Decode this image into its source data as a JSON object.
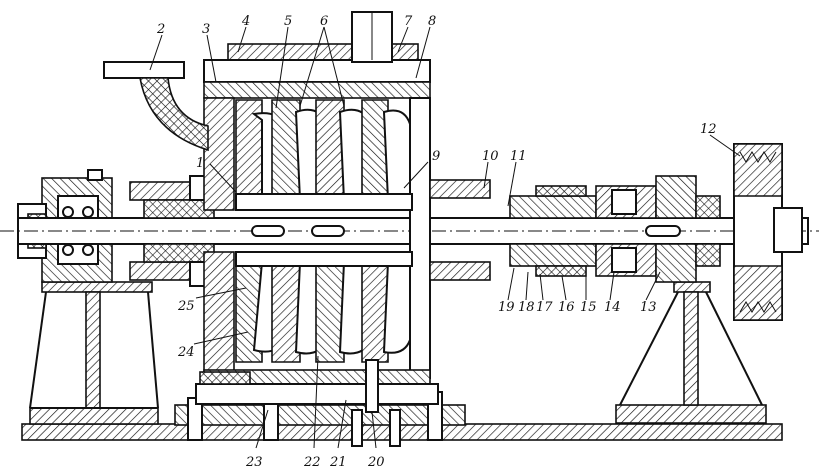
{
  "figure": {
    "callouts": [
      {
        "id": "1",
        "text": "1"
      },
      {
        "id": "2",
        "text": "2"
      },
      {
        "id": "3",
        "text": "3"
      },
      {
        "id": "4",
        "text": "4"
      },
      {
        "id": "5",
        "text": "5"
      },
      {
        "id": "6",
        "text": "6"
      },
      {
        "id": "7",
        "text": "7"
      },
      {
        "id": "8",
        "text": "8"
      },
      {
        "id": "9",
        "text": "9"
      },
      {
        "id": "10",
        "text": "10"
      },
      {
        "id": "11",
        "text": "11"
      },
      {
        "id": "12",
        "text": "12"
      },
      {
        "id": "13",
        "text": "13"
      },
      {
        "id": "14",
        "text": "14"
      },
      {
        "id": "15",
        "text": "15"
      },
      {
        "id": "16",
        "text": "16"
      },
      {
        "id": "17",
        "text": "17"
      },
      {
        "id": "18",
        "text": "18"
      },
      {
        "id": "19",
        "text": "19"
      },
      {
        "id": "20",
        "text": "20"
      },
      {
        "id": "21",
        "text": "21"
      },
      {
        "id": "22",
        "text": "22"
      },
      {
        "id": "23",
        "text": "23"
      },
      {
        "id": "24",
        "text": "24"
      },
      {
        "id": "25",
        "text": "25"
      }
    ]
  }
}
